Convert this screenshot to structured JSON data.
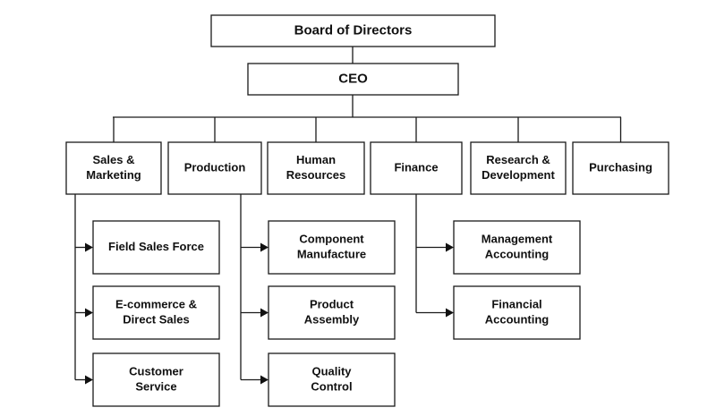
{
  "board": {
    "lines": [
      "Board of Directors"
    ]
  },
  "ceo": {
    "lines": [
      "CEO"
    ]
  },
  "departments": [
    {
      "id": "sales-marketing",
      "lines": [
        "Sales &",
        "Marketing"
      ]
    },
    {
      "id": "production",
      "lines": [
        "Production"
      ]
    },
    {
      "id": "human-resources",
      "lines": [
        "Human",
        "Resources"
      ]
    },
    {
      "id": "finance",
      "lines": [
        "Finance"
      ]
    },
    {
      "id": "research-development",
      "lines": [
        "Research &",
        "Development"
      ]
    },
    {
      "id": "purchasing",
      "lines": [
        "Purchasing"
      ]
    }
  ],
  "sub_units": {
    "sales-marketing": [
      {
        "id": "field-sales-force",
        "lines": [
          "Field Sales Force"
        ]
      },
      {
        "id": "ecommerce-direct-sales",
        "lines": [
          "E-commerce &",
          "Direct Sales"
        ]
      },
      {
        "id": "customer-service",
        "lines": [
          "Customer",
          "Service"
        ]
      }
    ],
    "production": [
      {
        "id": "component-manufacture",
        "lines": [
          "Component",
          "Manufacture"
        ]
      },
      {
        "id": "product-assembly",
        "lines": [
          "Product",
          "Assembly"
        ]
      },
      {
        "id": "quality-control",
        "lines": [
          "Quality",
          "Control"
        ]
      }
    ],
    "finance": [
      {
        "id": "management-accounting",
        "lines": [
          "Management",
          "Accounting"
        ]
      },
      {
        "id": "financial-accounting",
        "lines": [
          "Financial",
          "Accounting"
        ]
      }
    ]
  }
}
